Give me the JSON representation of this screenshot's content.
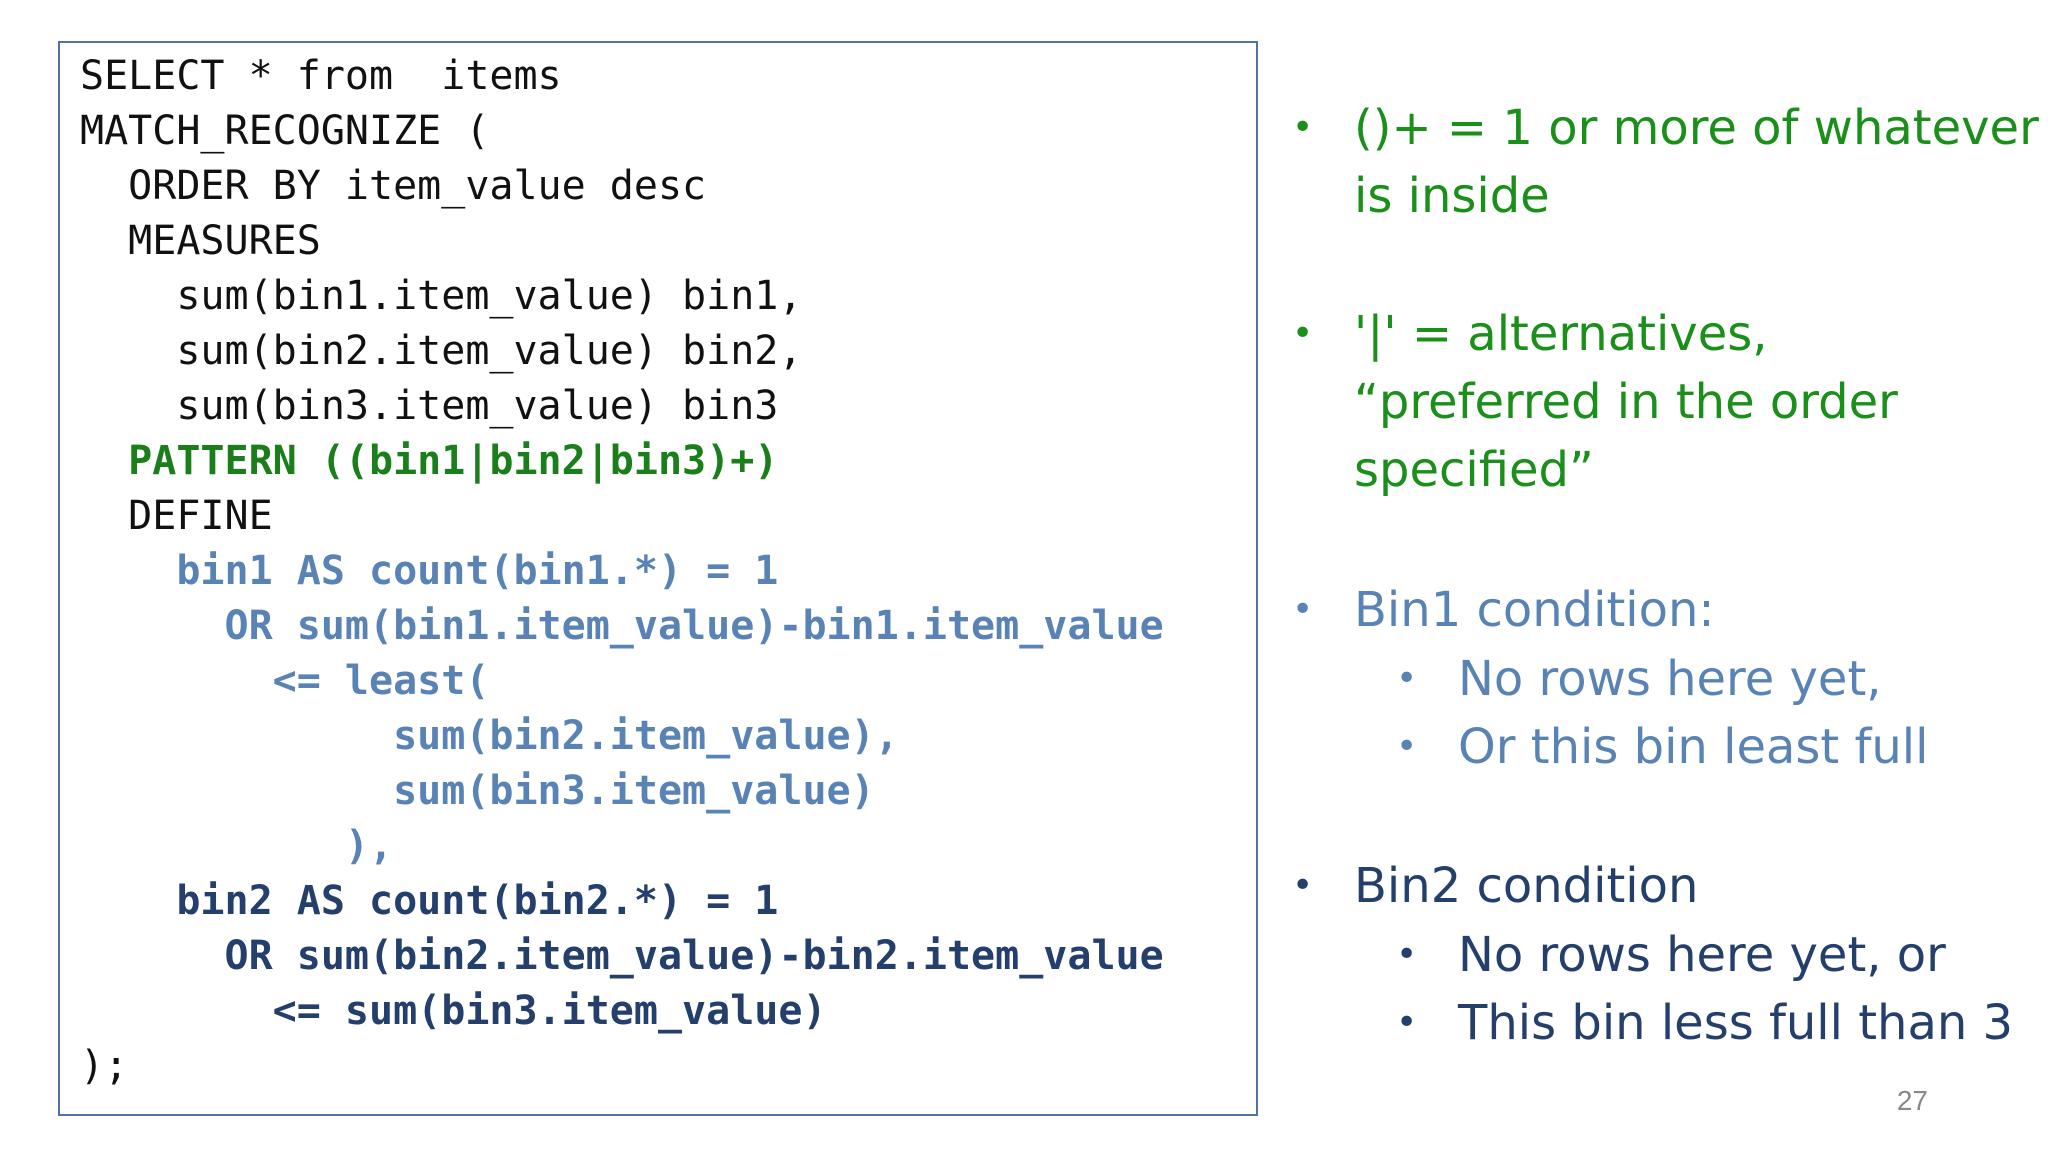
{
  "code_lines": [
    {
      "text": "SELECT * from  items",
      "style": "black"
    },
    {
      "text": "MATCH_RECOGNIZE (",
      "style": "black"
    },
    {
      "text": "  ORDER BY item_value desc",
      "style": "black"
    },
    {
      "text": "  MEASURES",
      "style": "black"
    },
    {
      "text": "    sum(bin1.item_value) bin1,",
      "style": "black"
    },
    {
      "text": "    sum(bin2.item_value) bin2,",
      "style": "black"
    },
    {
      "text": "    sum(bin3.item_value) bin3",
      "style": "black"
    },
    {
      "text": "  PATTERN ((bin1|bin2|bin3)+)",
      "style": "green"
    },
    {
      "text": "  DEFINE",
      "style": "black"
    },
    {
      "text": "    bin1 AS count(bin1.*) = 1",
      "style": "blue"
    },
    {
      "text": "      OR sum(bin1.item_value)-bin1.item_value",
      "style": "blue"
    },
    {
      "text": "        <= least(",
      "style": "blue"
    },
    {
      "text": "             sum(bin2.item_value),",
      "style": "blue"
    },
    {
      "text": "             sum(bin3.item_value)",
      "style": "blue"
    },
    {
      "text": "           ),",
      "style": "blue"
    },
    {
      "text": "    bin2 AS count(bin2.*) = 1",
      "style": "navy"
    },
    {
      "text": "      OR sum(bin2.item_value)-bin2.item_value",
      "style": "navy"
    },
    {
      "text": "        <= sum(bin3.item_value)",
      "style": "navy"
    },
    {
      "text": ");",
      "style": "black"
    }
  ],
  "bullets": {
    "b1": {
      "line1": "()+ = 1 or more of whatever",
      "line2": "is inside"
    },
    "b2": {
      "line1": "'|' = alternatives,",
      "line2": "“preferred in the order",
      "line3": "specified”"
    },
    "b3": {
      "title": "Bin1 condition:",
      "sub1": "No rows here yet,",
      "sub2": "Or this bin least full"
    },
    "b4": {
      "title": "Bin2 condition",
      "sub1": "No rows here yet, or",
      "sub2": "This bin less full than 3"
    }
  },
  "bullet_symbol": "•",
  "page_number": "27",
  "colors": {
    "green": "#1a8f1a",
    "blue": "#5a83b5",
    "navy": "#243f6b",
    "border": "#4f73a6"
  }
}
